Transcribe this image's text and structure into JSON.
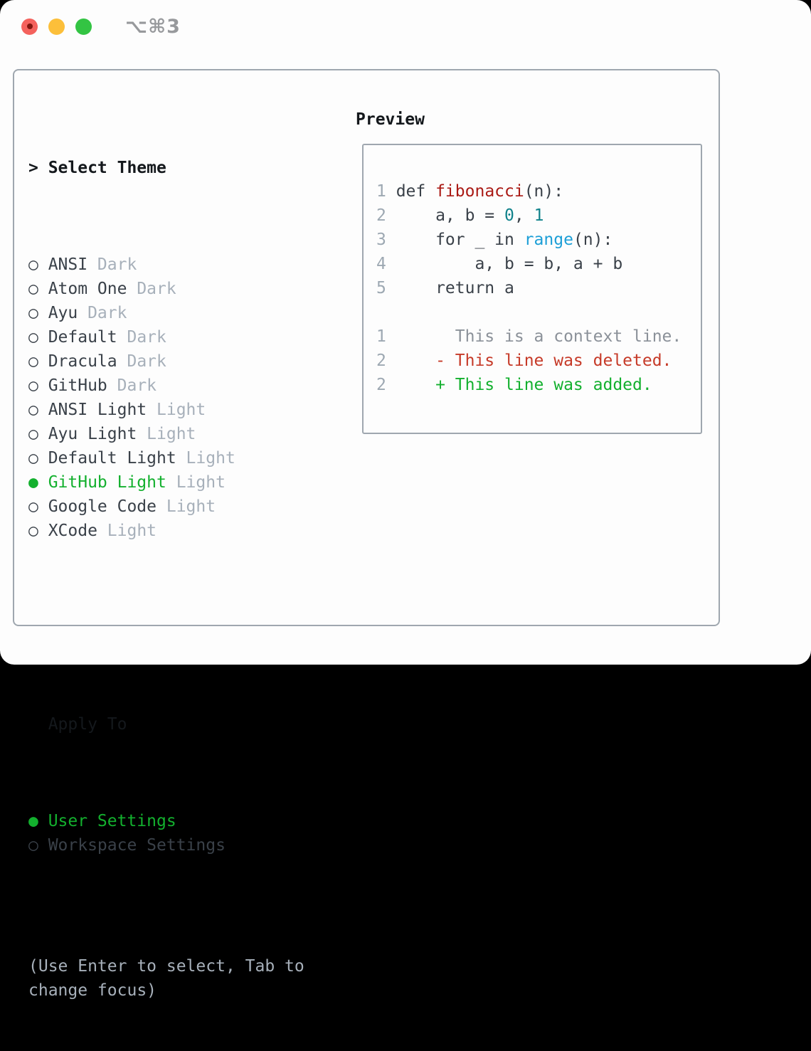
{
  "window": {
    "title_shortcut": "⌥⌘3"
  },
  "icons": {
    "radio_unselected": "○",
    "radio_selected": "●",
    "heading_caret": ">",
    "diff_deleted_marker": "-",
    "diff_added_marker": "+"
  },
  "theme_picker": {
    "heading": "Select Theme",
    "items": [
      {
        "label": "ANSI",
        "variant": "Dark",
        "selected": false
      },
      {
        "label": "Atom One",
        "variant": "Dark",
        "selected": false
      },
      {
        "label": "Ayu",
        "variant": "Dark",
        "selected": false
      },
      {
        "label": "Default",
        "variant": "Dark",
        "selected": false
      },
      {
        "label": "Dracula",
        "variant": "Dark",
        "selected": false
      },
      {
        "label": "GitHub",
        "variant": "Dark",
        "selected": false
      },
      {
        "label": "ANSI Light",
        "variant": "Light",
        "selected": false
      },
      {
        "label": "Ayu Light",
        "variant": "Light",
        "selected": false
      },
      {
        "label": "Default Light",
        "variant": "Light",
        "selected": false
      },
      {
        "label": "GitHub Light",
        "variant": "Light",
        "selected": true
      },
      {
        "label": "Google Code",
        "variant": "Light",
        "selected": false
      },
      {
        "label": "XCode",
        "variant": "Light",
        "selected": false
      }
    ]
  },
  "apply_to": {
    "heading": "Apply To",
    "options": [
      {
        "label": "User Settings",
        "selected": true
      },
      {
        "label": "Workspace Settings",
        "selected": false
      }
    ]
  },
  "help_text": "(Use Enter to select, Tab to change focus)",
  "preview": {
    "heading": "Preview",
    "lines": [
      {
        "num": "1",
        "tokens": [
          {
            "t": "def ",
            "c": "default"
          },
          {
            "t": "fibonacci",
            "c": "func"
          },
          {
            "t": "(n):",
            "c": "default"
          }
        ]
      },
      {
        "num": "2",
        "tokens": [
          {
            "t": "    a, b = ",
            "c": "default"
          },
          {
            "t": "0",
            "c": "num"
          },
          {
            "t": ", ",
            "c": "default"
          },
          {
            "t": "1",
            "c": "num"
          }
        ]
      },
      {
        "num": "3",
        "tokens": [
          {
            "t": "    for _ in ",
            "c": "default"
          },
          {
            "t": "range",
            "c": "builtin"
          },
          {
            "t": "(n):",
            "c": "default"
          }
        ]
      },
      {
        "num": "4",
        "tokens": [
          {
            "t": "        a, b = b, a + b",
            "c": "default"
          }
        ]
      },
      {
        "num": "5",
        "tokens": [
          {
            "t": "    return a",
            "c": "default"
          }
        ]
      },
      {
        "num": "",
        "tokens": []
      },
      {
        "num": "1",
        "tokens": [
          {
            "t": "      This is a context line.",
            "c": "context"
          }
        ]
      },
      {
        "num": "2",
        "tokens": [
          {
            "t": "    - This line was deleted.",
            "c": "deleted"
          }
        ]
      },
      {
        "num": "2",
        "tokens": [
          {
            "t": "    + This line was added.",
            "c": "added"
          }
        ]
      }
    ]
  },
  "colors": {
    "text": "#3a4149",
    "heading": "#14181c",
    "muted": "#a7b0ba",
    "linenum": "#9da8b2",
    "border": "#9fa7af",
    "title": "#97999c",
    "accent_green": "#13b02e",
    "code_default": "#3a4149",
    "code_func": "#aa1a15",
    "code_builtin": "#1d9fd7",
    "code_number": "#10828b",
    "diff_context": "#8b9199",
    "diff_deleted": "#c63a28",
    "diff_added": "#13b02e",
    "light_red": "#f4625d",
    "light_red_dot": "#821710",
    "light_yellow": "#fcbf3a",
    "light_green": "#33c443"
  }
}
